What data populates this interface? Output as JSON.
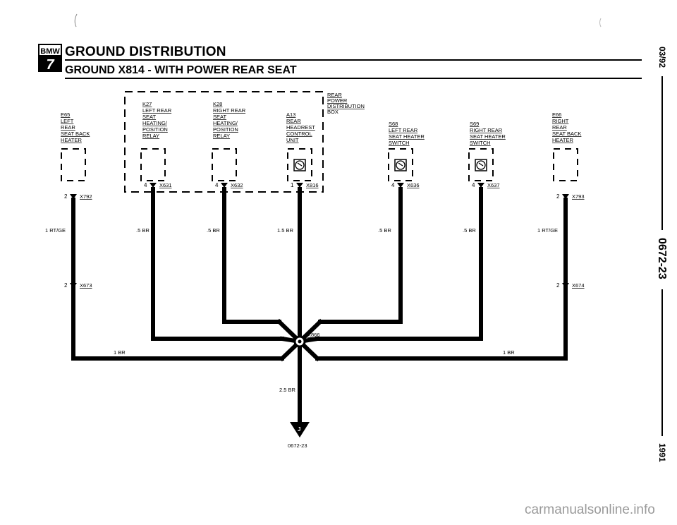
{
  "header": {
    "logo_text": "BMW",
    "logo_series": "7",
    "title": "GROUND DISTRIBUTION",
    "subtitle": "GROUND X814 - WITH POWER REAR SEAT"
  },
  "side": {
    "date": "03/92",
    "code": "0672-23",
    "year": "1991"
  },
  "box_label": [
    "REAR",
    "POWER",
    "DISTRIBUTION",
    "BOX"
  ],
  "components": [
    {
      "id": "E65",
      "lines": [
        "LEFT",
        "REAR",
        "SEAT BACK",
        "HEATER"
      ],
      "kind": "heater"
    },
    {
      "id": "K27",
      "lines": [
        "LEFT REAR",
        "SEAT",
        "HEATING/",
        "POSITION",
        "RELAY"
      ],
      "kind": "relay"
    },
    {
      "id": "K28",
      "lines": [
        "RIGHT REAR",
        "SEAT",
        "HEATING/",
        "POSITION",
        "RELAY"
      ],
      "kind": "relay"
    },
    {
      "id": "A13",
      "lines": [
        "REAR",
        "HEADREST",
        "CONTROL",
        "UNIT"
      ],
      "kind": "module"
    },
    {
      "id": "S68",
      "lines": [
        "LEFT REAR",
        "SEAT HEATER",
        "SWITCH"
      ],
      "kind": "switch"
    },
    {
      "id": "S69",
      "lines": [
        "RIGHT REAR",
        "SEAT HEATER",
        "SWITCH"
      ],
      "kind": "switch"
    },
    {
      "id": "E66",
      "lines": [
        "RIGHT",
        "REAR",
        "SEAT BACK",
        "HEATER"
      ],
      "kind": "heater"
    }
  ],
  "connectors": [
    {
      "pin": "2",
      "id": "X792"
    },
    {
      "pin": "4",
      "id": "X631"
    },
    {
      "pin": "4",
      "id": "X632"
    },
    {
      "pin": "1",
      "id": "X816"
    },
    {
      "pin": "4",
      "id": "X636"
    },
    {
      "pin": "4",
      "id": "X637"
    },
    {
      "pin": "2",
      "id": "X793"
    }
  ],
  "lower_connectors": [
    {
      "pin": "2",
      "id": "X673"
    },
    {
      "pin": "2",
      "id": "X674"
    }
  ],
  "wires": [
    "1 RT/GE",
    ".5 BR",
    ".5 BR",
    "1.5 BR",
    ".5 BR",
    ".5 BR",
    "1 RT/GE"
  ],
  "bottom_wires": {
    "left": "1 BR",
    "right": "1 BR",
    "main": "2.5 BR"
  },
  "splice": "X866",
  "ground": {
    "label": "J",
    "ref": "0672-23"
  },
  "watermark": "carmanualsonline.info"
}
